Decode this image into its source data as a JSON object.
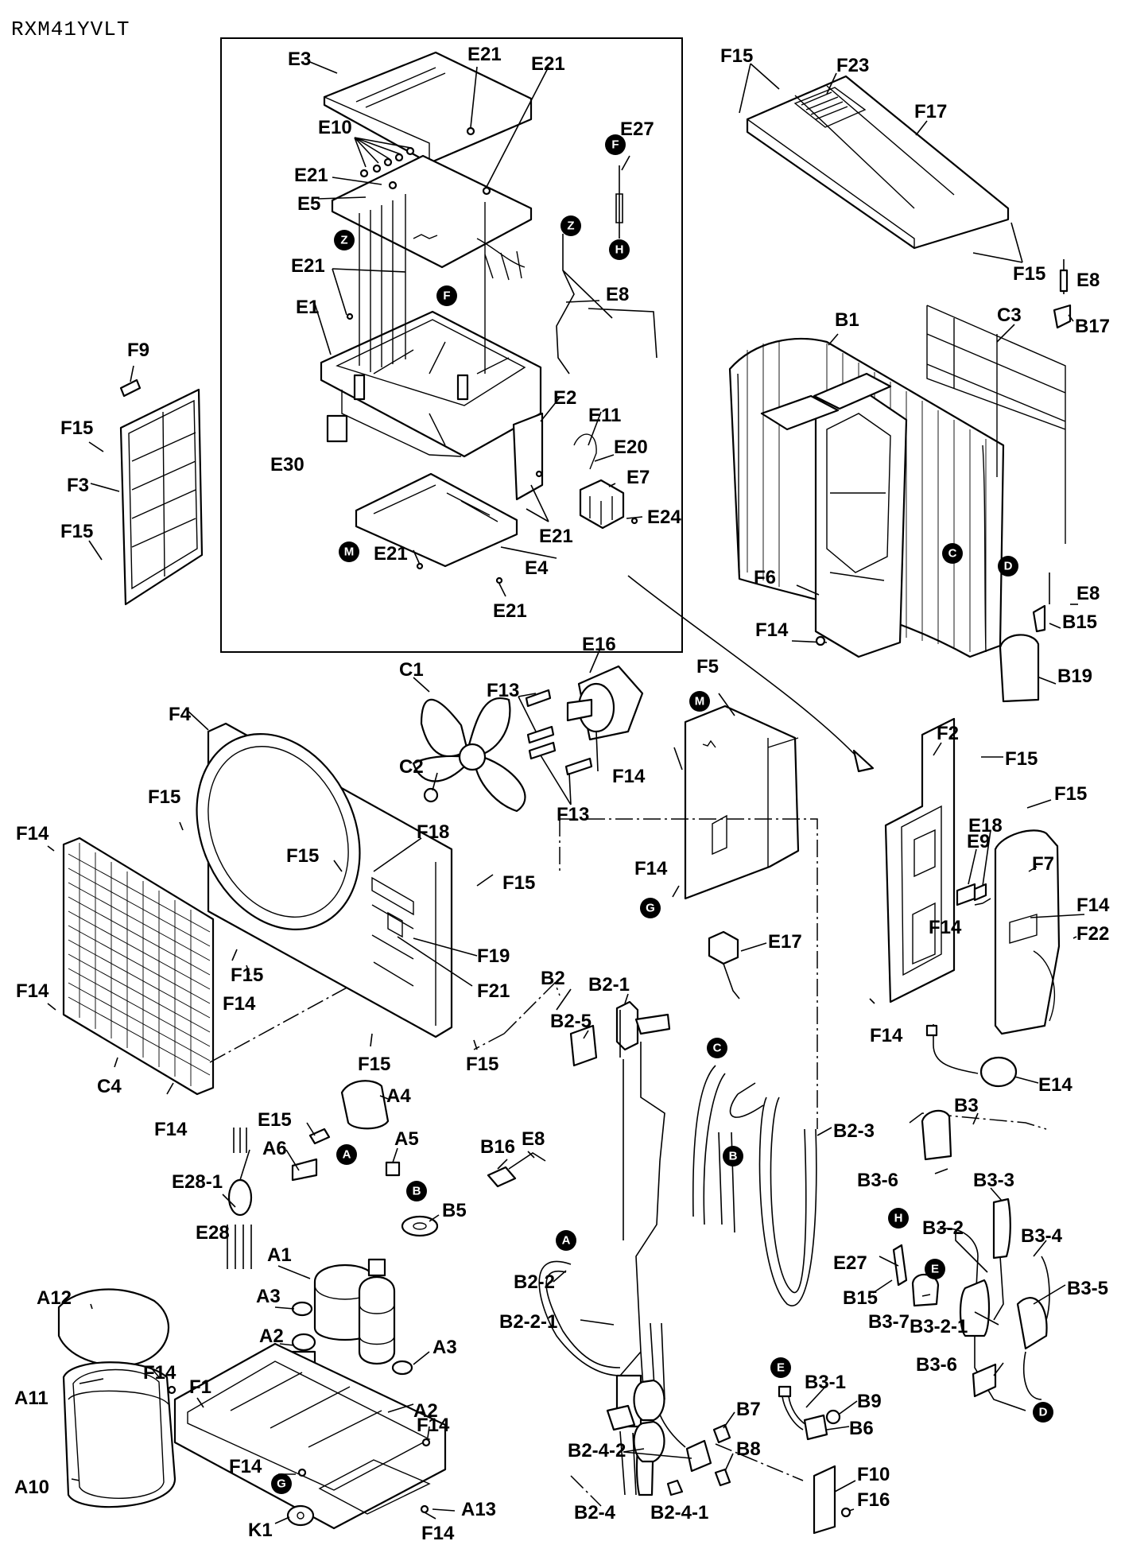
{
  "model": "RXM41YVLT",
  "labels": {
    "E3": "E3",
    "E21": "E21",
    "E10": "E10",
    "E5": "E5",
    "E27": "E27",
    "E8": "E8",
    "E1": "E1",
    "E2": "E2",
    "E11": "E11",
    "E20": "E20",
    "E7": "E7",
    "E24": "E24",
    "E4": "E4",
    "E30": "E30",
    "F9": "F9",
    "F15": "F15",
    "F3": "F3",
    "F23": "F23",
    "F17": "F17",
    "B17": "B17",
    "B1": "B1",
    "C3": "C3",
    "F6": "F6",
    "F14": "F14",
    "B15": "B15",
    "B19": "B19",
    "C1": "C1",
    "E16": "E16",
    "F13": "F13",
    "C2": "C2",
    "F5": "F5",
    "F4": "F4",
    "F18": "F18",
    "F19": "F19",
    "F21": "F21",
    "C4": "C4",
    "F2": "F2",
    "E18": "E18",
    "E9": "E9",
    "F7": "F7",
    "F22": "F22",
    "E17": "E17",
    "B2": "B2",
    "B2-1": "B2-1",
    "B2-5": "B2-5",
    "B2-3": "B2-3",
    "B16": "B16",
    "B2-2": "B2-2",
    "B2-2-1": "B2-2-1",
    "B2-4-2": "B2-4-2",
    "B2-4": "B2-4",
    "B2-4-1": "B2-4-1",
    "B7": "B7",
    "B8": "B8",
    "E14": "E14",
    "B3": "B3",
    "B3-6": "B3-6",
    "B3-3": "B3-3",
    "B3-2": "B3-2",
    "B3-4": "B3-4",
    "B3-5": "B3-5",
    "B3-7": "B3-7",
    "B3-2-1": "B3-2-1",
    "B3-1": "B3-1",
    "B9": "B9",
    "B6": "B6",
    "F10": "F10",
    "F16": "F16",
    "A4": "A4",
    "E15": "E15",
    "A6": "A6",
    "A5": "A5",
    "B5": "B5",
    "E28-1": "E28-1",
    "E28": "E28",
    "A1": "A1",
    "A12": "A12",
    "A3": "A3",
    "A2": "A2",
    "F1": "F1",
    "A11": "A11",
    "A10": "A10",
    "A13": "A13",
    "K1": "K1"
  },
  "markers": {
    "Z": "Z",
    "F": "F",
    "H": "H",
    "M": "M",
    "C": "C",
    "D": "D",
    "G": "G",
    "A": "A",
    "B": "B",
    "E": "E"
  },
  "colors": {
    "line": "#000000",
    "background": "#ffffff"
  }
}
